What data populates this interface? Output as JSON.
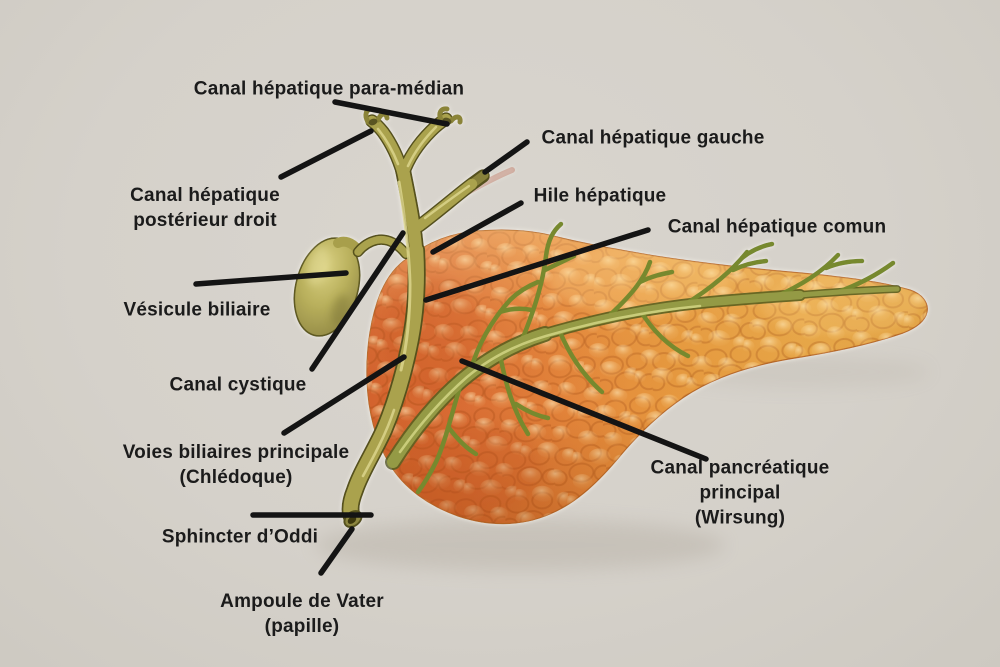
{
  "diagram": {
    "subject": "Pancréas et voies biliaires",
    "language": "fr"
  },
  "colors": {
    "background": "#d5d1ca",
    "label_text": "#1b1b1b",
    "leader_line": "#141414",
    "pancreas_head": "#dd7038",
    "pancreas_body": "#e79b3e",
    "pancreas_tail": "#e8a847",
    "duct_olive": "#a3a04b",
    "duct_green": "#7f9335",
    "gallbladder": "#b3aa57"
  },
  "labels": [
    {
      "id": "canal-hepatique-para-median",
      "text": "Canal hépatique para-médian"
    },
    {
      "id": "canal-hepatique-gauche",
      "text": "Canal hépatique gauche"
    },
    {
      "id": "canal-hepatique-posterieur-droit",
      "text": "Canal hépatique\npostérieur droit"
    },
    {
      "id": "hile-hepatique",
      "text": "Hile hépatique"
    },
    {
      "id": "canal-hepatique-comun",
      "text": "Canal hépatique comun"
    },
    {
      "id": "vesicule-biliaire",
      "text": "Vésicule biliaire"
    },
    {
      "id": "canal-cystique",
      "text": "Canal cystique"
    },
    {
      "id": "voies-biliaires-principale",
      "text": "Voies biliaires principale\n(Chlédoque)"
    },
    {
      "id": "sphincter-d-oddi",
      "text": "Sphincter d’Oddi"
    },
    {
      "id": "ampoule-de-vater",
      "text": "Ampoule de Vater\n(papille)"
    },
    {
      "id": "canal-pancreatique-principal",
      "text": "Canal pancréatique principal\n(Wirsung)"
    }
  ]
}
